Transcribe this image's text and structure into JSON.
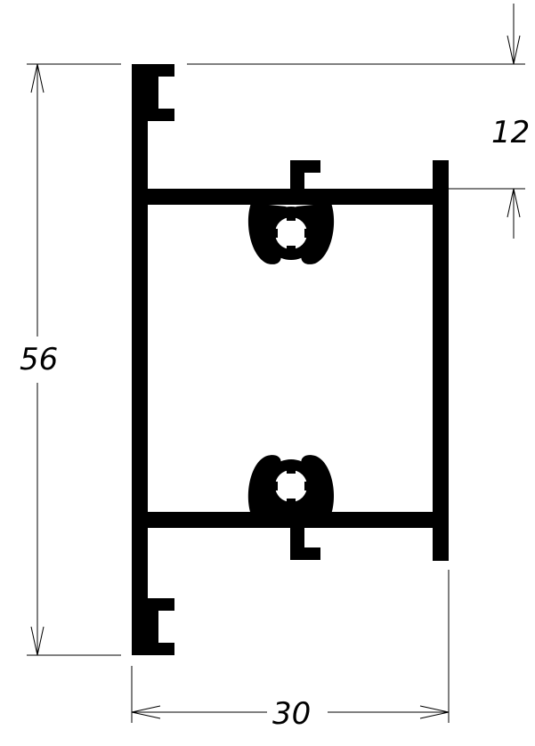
{
  "drawing": {
    "dimensions": {
      "height_label": "56",
      "width_label": "30",
      "offset_label": "12"
    },
    "colors": {
      "profile": "#000000",
      "background": "#ffffff"
    }
  }
}
